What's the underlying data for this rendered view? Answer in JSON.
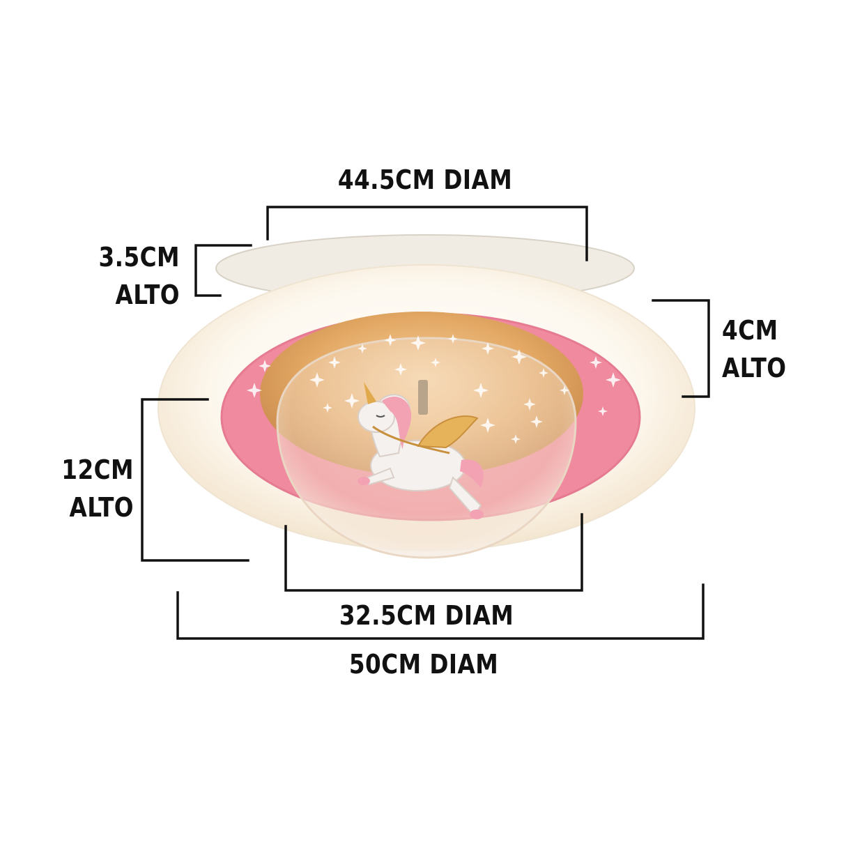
{
  "colors": {
    "line": "#111111",
    "outer_ring": "#fbf3e6",
    "rim": "#f2efe8",
    "pink": "#f08a9e",
    "amber_interior": "#e3a864",
    "dome": "#f3dcc6",
    "stars": "#ffffff"
  },
  "product": {
    "figure": "unicorn-icon"
  },
  "labels": {
    "top_diameter": "44.5CM DIAM",
    "left_top_height_1": "3.5CM",
    "left_top_height_2": "ALTO",
    "right_height_1": "4CM",
    "right_height_2": "ALTO",
    "left_height_1": "12CM",
    "left_height_2": "ALTO",
    "inner_diameter": "32.5CM DIAM",
    "outer_diameter": "50CM DIAM"
  }
}
